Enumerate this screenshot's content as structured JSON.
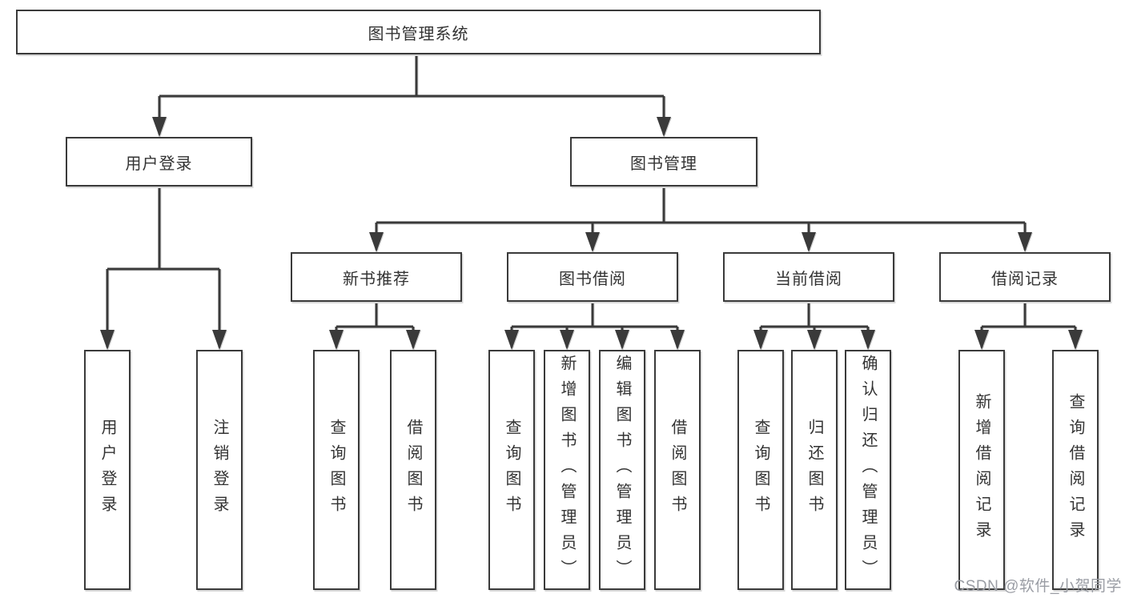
{
  "diagram": {
    "root": {
      "label": "图书管理系统"
    },
    "level2": [
      {
        "label": "用户登录"
      },
      {
        "label": "图书管理"
      }
    ],
    "level3": [
      {
        "label": "新书推荐"
      },
      {
        "label": "图书借阅"
      },
      {
        "label": "当前借阅"
      },
      {
        "label": "借阅记录"
      }
    ],
    "leaves": {
      "user_login": [
        {
          "label": "用户登录"
        },
        {
          "label": "注销登录"
        }
      ],
      "new_book": [
        {
          "label": "查询图书"
        },
        {
          "label": "借阅图书"
        }
      ],
      "book_borrow": [
        {
          "label": "查询图书"
        },
        {
          "label": "新增图书（管理员）"
        },
        {
          "label": "编辑图书（管理员）"
        },
        {
          "label": "借阅图书"
        }
      ],
      "current_borrow": [
        {
          "label": "查询图书"
        },
        {
          "label": "归还图书"
        },
        {
          "label": "确认归还（管理员）"
        }
      ],
      "borrow_record": [
        {
          "label": "新增借阅记录"
        },
        {
          "label": "查询借阅记录"
        }
      ]
    },
    "watermark": "CSDN @软件_小贺同学",
    "colors": {
      "line": "#3a3a3a",
      "text": "#333333",
      "background": "#ffffff",
      "watermark": "#9a9da4"
    }
  }
}
